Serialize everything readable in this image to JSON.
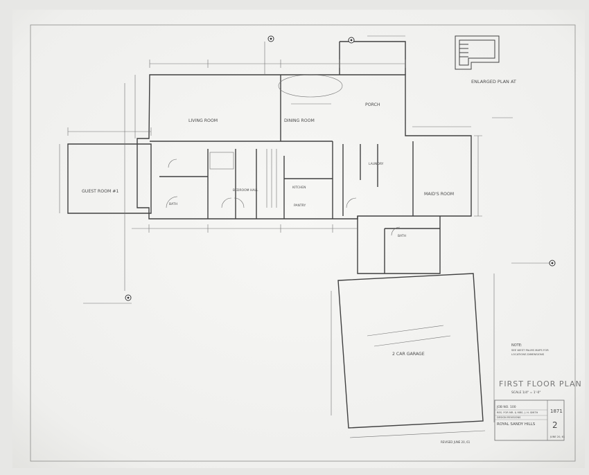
{
  "drawing": {
    "rooms": {
      "living": "LIVING ROOM",
      "dining": "DINING ROOM",
      "guest": "GUEST ROOM #1",
      "maids": "MAID'S ROOM",
      "porch": "PORCH",
      "garage": "2 CAR GARAGE",
      "kitchen": "KITCHEN",
      "bedroom": "BEDROOM HALL",
      "bath": "BATH",
      "bath2": "BATH",
      "laundry": "LAUNDRY",
      "pantry": "PANTRY"
    },
    "notes": {
      "enlarged": "ENLARGED PLAN AT",
      "note_title": "NOTE:",
      "note_line1": "SEE WEST PALMS MAPS FOR",
      "note_line2": "LOCATIONS DIMENSIONS",
      "floor_plan_title": "FIRST FLOOR PLAN",
      "floor_plan_scale": "SCALE 1/4\" = 1'-0\""
    },
    "title_block": {
      "line1": "JOB NO. 100",
      "line2": "RES. FOR MR. & MRS. J. H. SMITH",
      "line3": "DESIGN REVISIONS",
      "line4": "ROYAL SANDY HILLS",
      "sheet_no": "2",
      "job_no": "1871",
      "date": "JUNE 20, 61",
      "revised": "REVISED JUNE 20, 61"
    }
  }
}
